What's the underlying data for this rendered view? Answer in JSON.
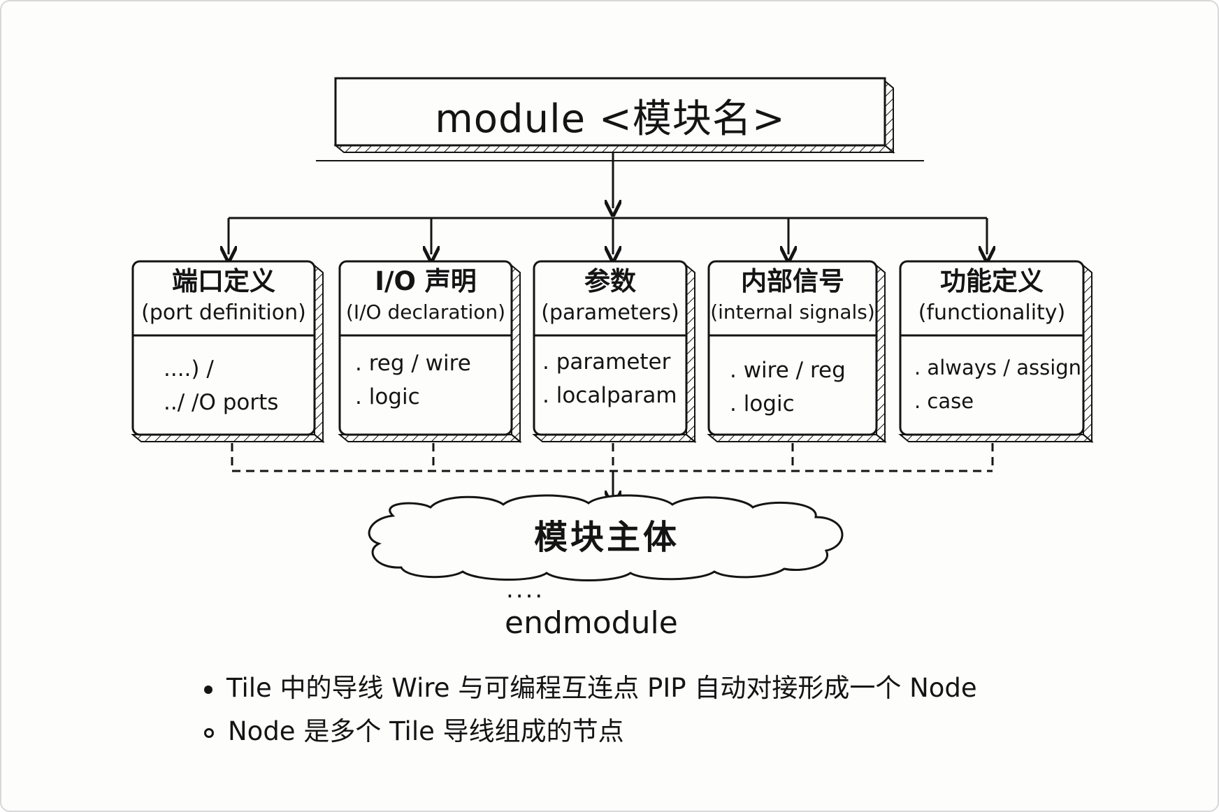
{
  "title": "module <模块名>",
  "boxes": [
    {
      "cn": "端口定义",
      "en": "(port definition)",
      "items": [
        "....) /",
        "../ /O ports"
      ]
    },
    {
      "cn": "I/O 声明",
      "en": "(I/O declaration)",
      "items": [
        ". reg / wire",
        ". logic"
      ]
    },
    {
      "cn": "参数",
      "en": "(parameters)",
      "items": [
        ". parameter",
        ". localparam"
      ]
    },
    {
      "cn": "内部信号",
      "en": "(internal signals)",
      "items": [
        ". wire / reg",
        ". logic"
      ]
    },
    {
      "cn": "功能定义",
      "en": "(functionality)",
      "items": [
        ". always / assign",
        ". case"
      ]
    }
  ],
  "body_label": "模块主体",
  "ellipsis": "....",
  "end_label": "endmodule",
  "notes": [
    "Tile 中的导线 Wire 与可编程互连点 PIP 自动对接形成一个 Node",
    "Node 是多个 Tile 导线组成的节点"
  ],
  "ink_color": "#141414",
  "background_color": "#fdfdfc"
}
